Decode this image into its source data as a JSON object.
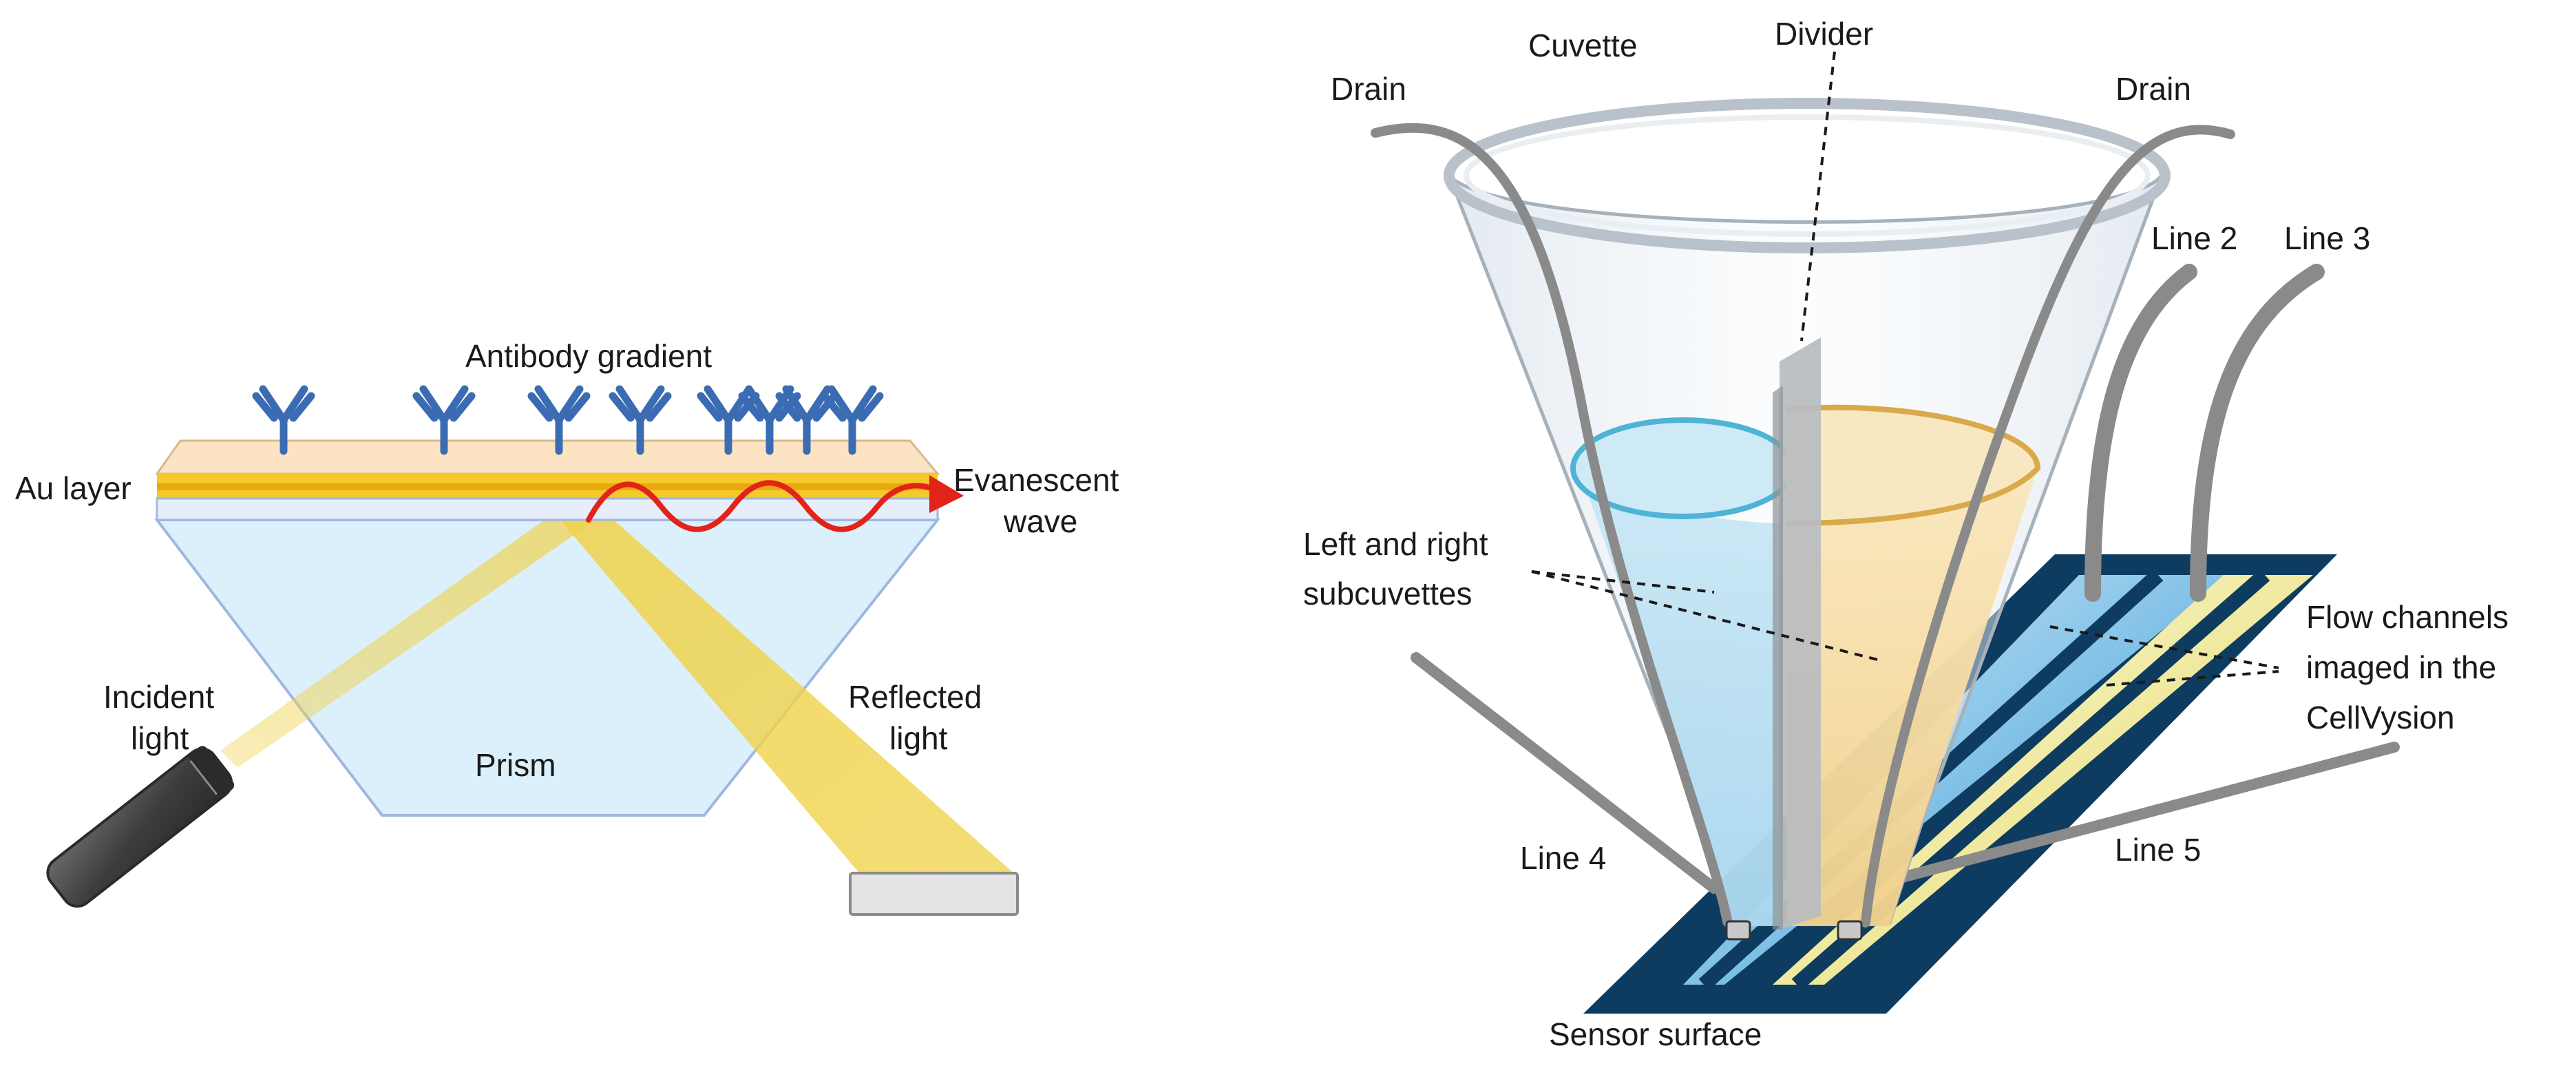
{
  "left_panel": {
    "labels": {
      "antibody_gradient": "Antibody gradient",
      "au_layer": "Au layer",
      "evanescent_line1": "Evanescent",
      "evanescent_line2": "wave",
      "incident_line1": "Incident",
      "incident_line2": "light",
      "prism": "Prism",
      "reflected_line1": "Reflected",
      "reflected_line2": "light"
    }
  },
  "right_panel": {
    "labels": {
      "cuvette": "Cuvette",
      "divider": "Divider",
      "drain_left": "Drain",
      "drain_right": "Drain",
      "line2": "Line 2",
      "line3": "Line 3",
      "subcuvettes_line1": "Left and right",
      "subcuvettes_line2": "subcuvettes",
      "flow_line1": "Flow channels",
      "flow_line2": "imaged in the",
      "flow_line3": "CellVysion",
      "line4": "Line 4",
      "line5": "Line 5",
      "sensor_surface": "Sensor surface"
    }
  },
  "colors": {
    "antibody": "#3b6cb3",
    "gold_film": "#f0c21a",
    "gold_top": "#fbe3c3",
    "prism": "#dcf0fb",
    "prism_edge": "#9fb7e0",
    "light_beam": "#f0d24a",
    "wave": "#e2231a",
    "laser_body": "#4a4a4a",
    "tube": "#8a8a8a",
    "sensor_frame": "#0e3c60",
    "liquid_left": "#bfe3f3",
    "liquid_right": "#f5dfae",
    "channel_blue": "#3aa3dc",
    "channel_yellow": "#e6e070"
  }
}
